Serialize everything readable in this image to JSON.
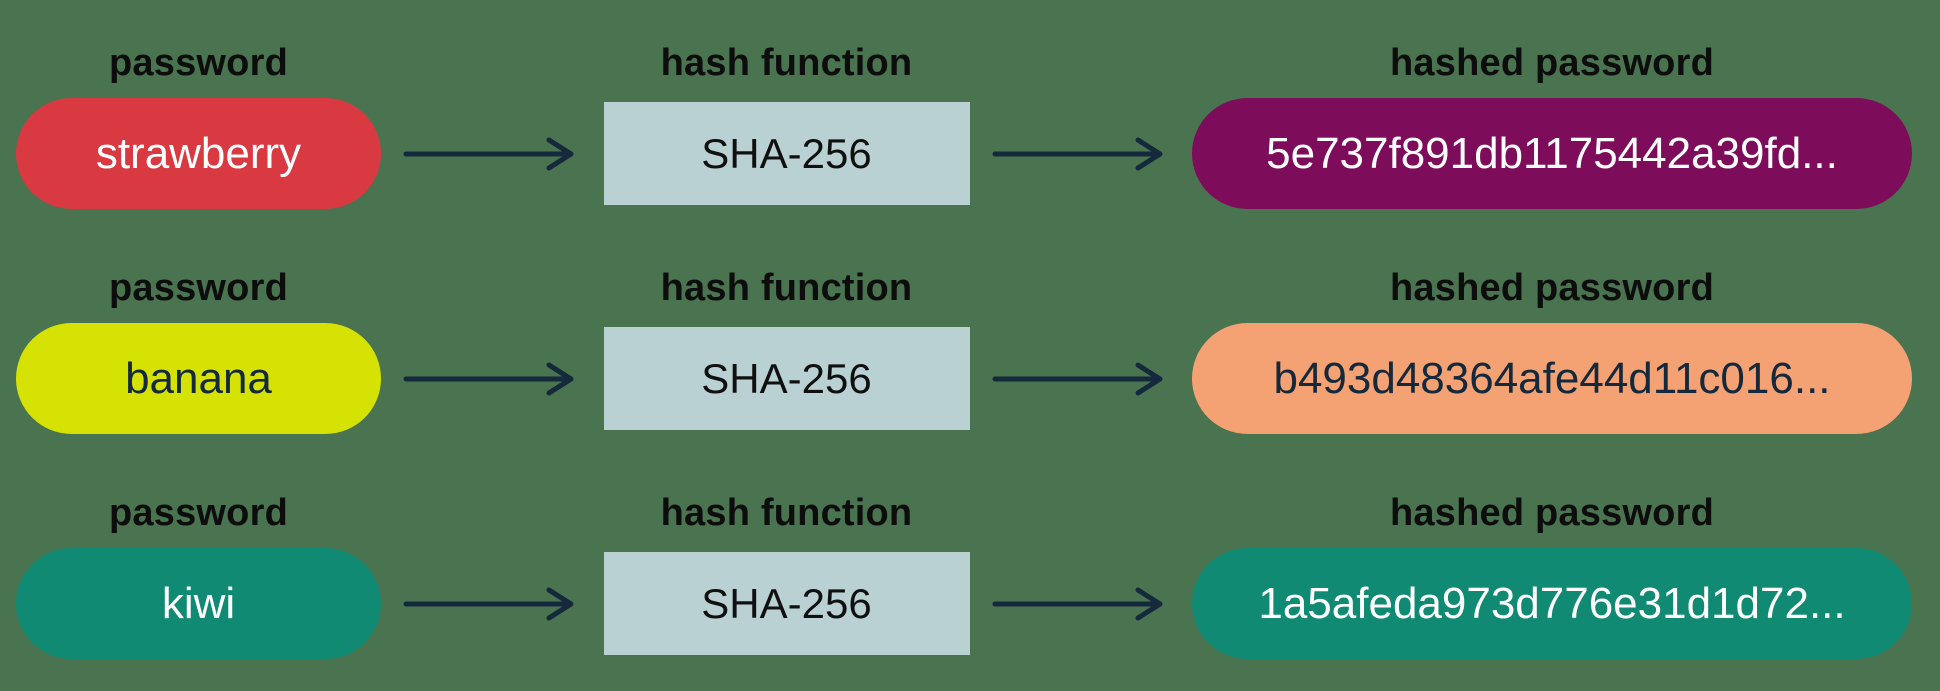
{
  "colors": {
    "background": "#4a7350",
    "arrow": "#14293c",
    "label_text": "#0d0d0d",
    "hash_box_bg": "#bad1d3",
    "hash_box_text": "#101010"
  },
  "labels": {
    "password": "password",
    "hash_function": "hash function",
    "hashed_password": "hashed password"
  },
  "hash_function_name": "SHA-256",
  "rows": [
    {
      "password": "strawberry",
      "password_bg": "#d93a41",
      "password_text_color": "#ffffff",
      "hashed": "5e737f891db1175442a39fd...",
      "hashed_bg": "#7d0c5a",
      "hashed_text_color": "#ffffff"
    },
    {
      "password": "banana",
      "password_bg": "#d6e104",
      "password_text_color": "#14293c",
      "hashed": "b493d48364afe44d11c016...",
      "hashed_bg": "#f4a273",
      "hashed_text_color": "#14293c"
    },
    {
      "password": "kiwi",
      "password_bg": "#108a73",
      "password_text_color": "#ffffff",
      "hashed": "1a5afeda973d776e31d1d72...",
      "hashed_bg": "#108a73",
      "hashed_text_color": "#ffffff"
    }
  ]
}
